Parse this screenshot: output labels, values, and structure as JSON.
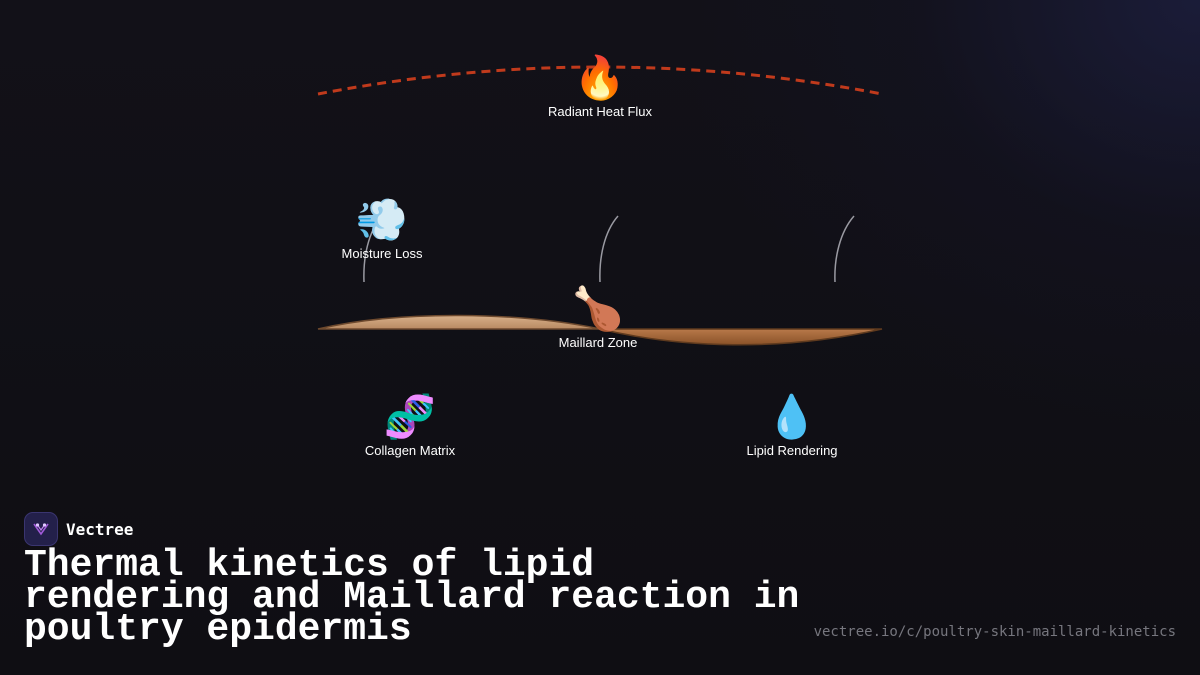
{
  "diagram": {
    "nodes": {
      "heat": {
        "icon": "🔥",
        "icon_name": "fire-icon",
        "label": "Radiant Heat Flux"
      },
      "moisture": {
        "icon": "💨",
        "icon_name": "steam-puff-icon",
        "label": "Moisture Loss"
      },
      "maillard": {
        "icon": "🍗",
        "icon_name": "poultry-leg-icon",
        "label": "Maillard Zone"
      },
      "collagen": {
        "icon": "🧬",
        "icon_name": "dna-icon",
        "label": "Collagen Matrix"
      },
      "lipid": {
        "icon": "💧",
        "icon_name": "droplet-icon",
        "label": "Lipid Rendering"
      }
    },
    "colors": {
      "heat_arc": "#c03a1c",
      "skin_light": "#c69a72",
      "skin_dark": "#9a6238",
      "steam_wisp": "#9a9aa2"
    }
  },
  "brand": {
    "name": "Vectree",
    "logo_icon": "vectree-logo-icon",
    "accent": "#a05ad8"
  },
  "title": "Thermal kinetics of lipid rendering and Maillard reaction in poultry epidermis",
  "url": "vectree.io/c/poultry-skin-maillard-kinetics"
}
